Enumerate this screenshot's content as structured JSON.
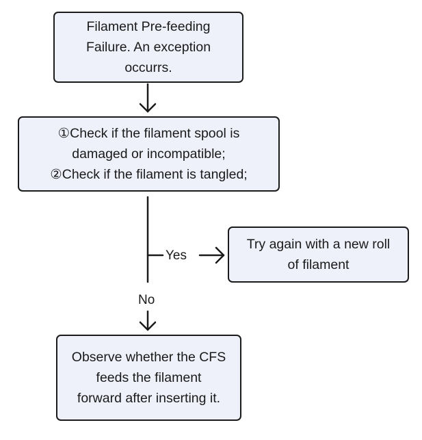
{
  "nodes": {
    "start": {
      "lines": [
        "Filament Pre-feeding",
        "Failure. An exception",
        "occurrs."
      ]
    },
    "check": {
      "lines": [
        "①Check if the filament spool is",
        "damaged or incompatible;",
        "②Check if the filament is tangled;"
      ]
    },
    "retry": {
      "lines": [
        "Try again with a new roll",
        "of filament"
      ]
    },
    "observe": {
      "lines": [
        "Observe whether the CFS",
        "feeds the filament",
        "forward after inserting it."
      ]
    }
  },
  "edges": {
    "yes_label": "Yes",
    "no_label": "No"
  },
  "colors": {
    "box_fill": "#eef1fa",
    "stroke": "#1a1a1a"
  }
}
